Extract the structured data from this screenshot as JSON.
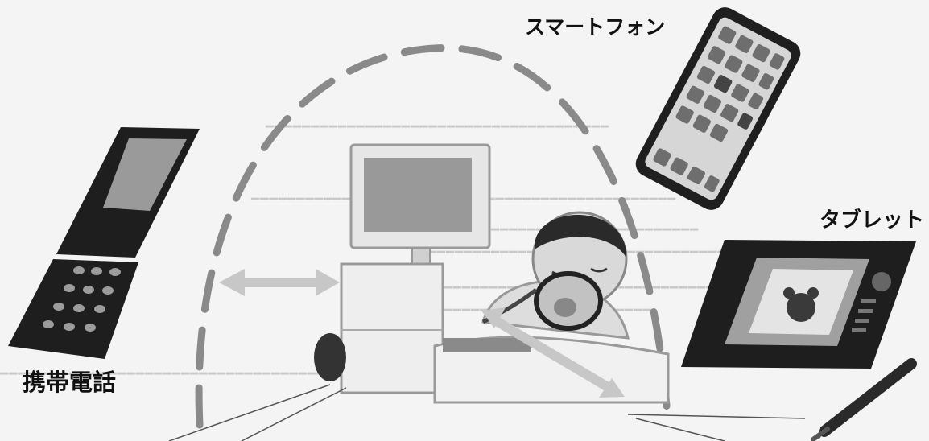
{
  "labels": {
    "smartphone": "スマートフォン",
    "tablet": "タブレット",
    "mobile_phone": "携帯電話"
  },
  "colors": {
    "dash_arc": "#8a8a8a",
    "arrow": "#c7c7c7",
    "device_dark": "#1e1e1e",
    "screen_gray": "#8f8f8f",
    "background": "#f4f4f4"
  },
  "icons": [
    "flip-phone-icon",
    "smartphone-icon",
    "tablet-icon",
    "stylus-icon",
    "bedside-monitor-icon",
    "sleeping-patient-icon",
    "oxygen-mask-icon"
  ]
}
